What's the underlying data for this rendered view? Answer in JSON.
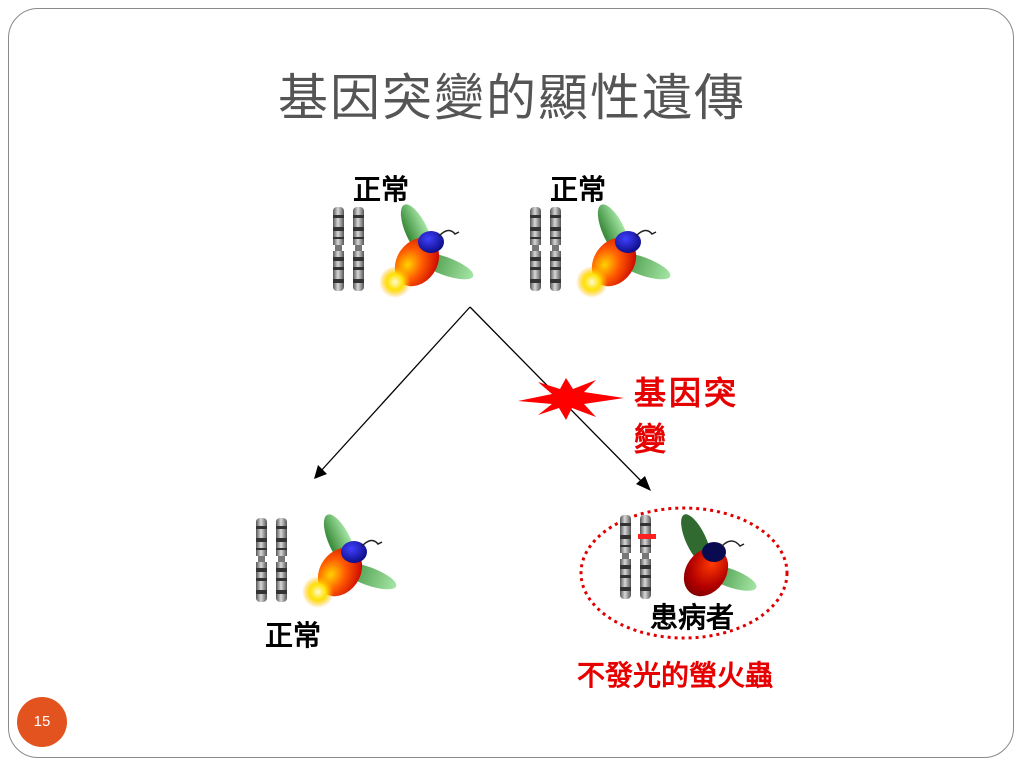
{
  "slide": {
    "title": "基因突變的顯性遺傳",
    "page_number": "15"
  },
  "labels": {
    "parent_left": "正常",
    "parent_right": "正常",
    "mutation": "基因突變",
    "child_normal": "正常",
    "child_affected": "患病者",
    "affected_note": "不發光的螢火蟲"
  },
  "colors": {
    "accent_red": "#e60000",
    "badge": "#e2531f",
    "title_gray": "#555555"
  }
}
